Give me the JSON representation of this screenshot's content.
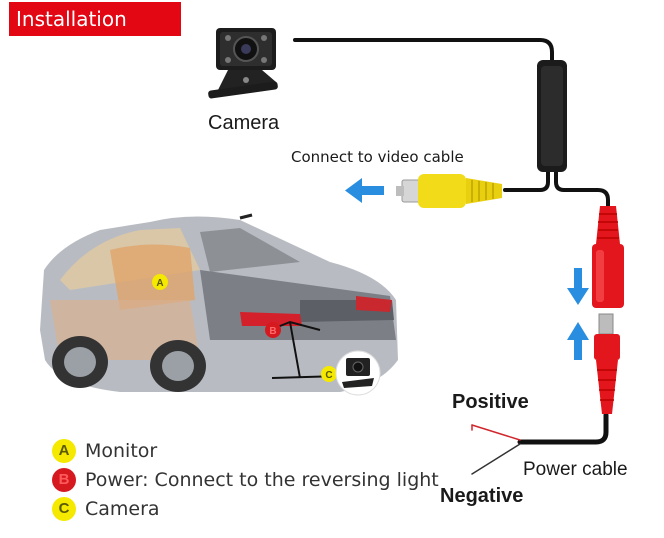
{
  "header": {
    "title": "Installation Guide"
  },
  "labels": {
    "camera": "Camera",
    "video": "Connect to video cable",
    "positive": "Positive",
    "negative": "Negative",
    "power_cable": "Power cable"
  },
  "car_markers": {
    "a": "A",
    "b": "B",
    "c": "C"
  },
  "legend": [
    {
      "letter": "A",
      "text": "Monitor"
    },
    {
      "letter": "B",
      "text": "Power: Connect to the reversing light"
    },
    {
      "letter": "C",
      "text": "Camera"
    }
  ],
  "colors": {
    "badge_red": "#e30613",
    "cable_black": "#111111",
    "rca_yellow": "#f2dc1a",
    "connector_red": "#e2161c",
    "arrow_blue": "#2a8ee0",
    "marker_yellow": "#f5e900"
  },
  "icons": [
    "backup-camera-icon",
    "rca-connector-icon",
    "dc-plug-icon",
    "arrow-left-icon",
    "arrow-down-icon",
    "arrow-up-icon",
    "car-illustration"
  ]
}
